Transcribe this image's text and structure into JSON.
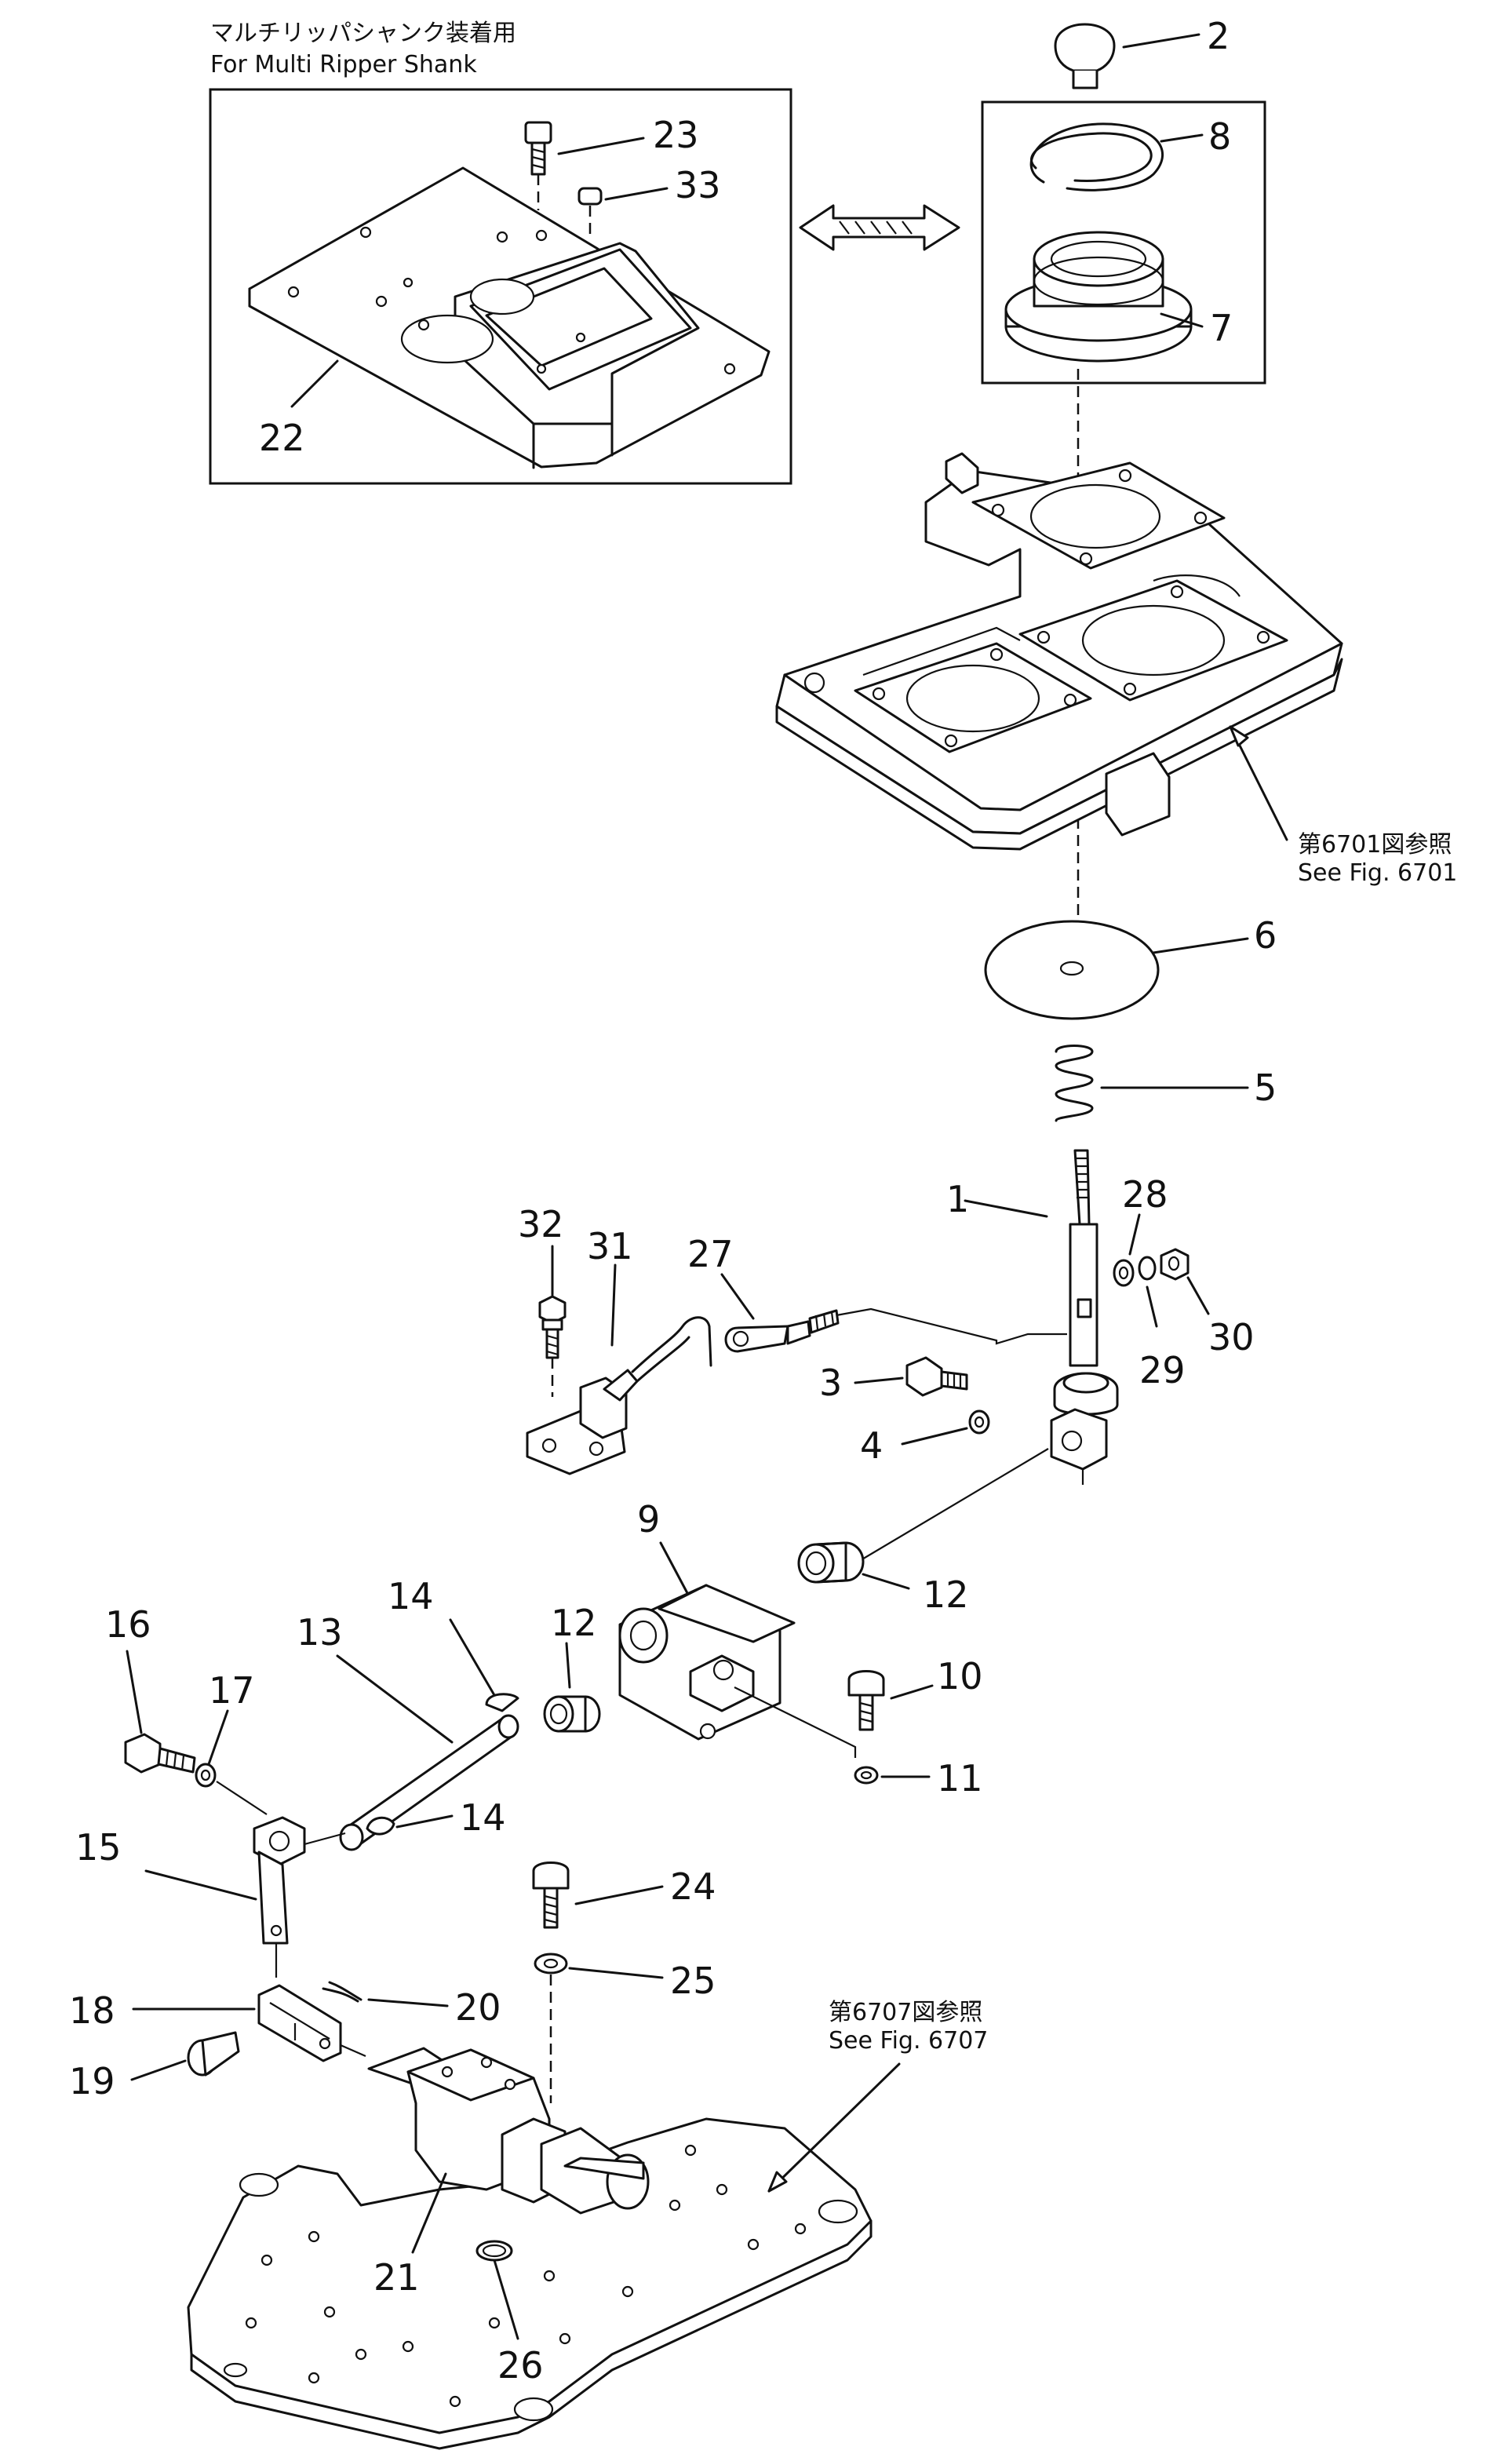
{
  "inset": {
    "caption_jp": "マルチリッパシャンク装着用",
    "caption_en": "For  Multi  Ripper  Shank"
  },
  "references": {
    "top_plate_jp": "第6701図参照",
    "top_plate_en": "See  Fig.  6701",
    "bottom_valve_jp": "第6707図参照",
    "bottom_valve_en": "See  Fig.  6707"
  },
  "part_numbers": {
    "p1": "1",
    "p2": "2",
    "p3": "3",
    "p4": "4",
    "p5": "5",
    "p6": "6",
    "p7": "7",
    "p8": "8",
    "p9": "9",
    "p10": "10",
    "p11": "11",
    "p12a": "12",
    "p12b": "12",
    "p13": "13",
    "p14a": "14",
    "p14b": "14",
    "p15": "15",
    "p16": "16",
    "p17": "17",
    "p18": "18",
    "p19": "19",
    "p20": "20",
    "p21": "21",
    "p22": "22",
    "p23": "23",
    "p24": "24",
    "p25": "25",
    "p26": "26",
    "p27": "27",
    "p28": "28",
    "p29": "29",
    "p30": "30",
    "p31": "31",
    "p32": "32",
    "p33": "33"
  }
}
